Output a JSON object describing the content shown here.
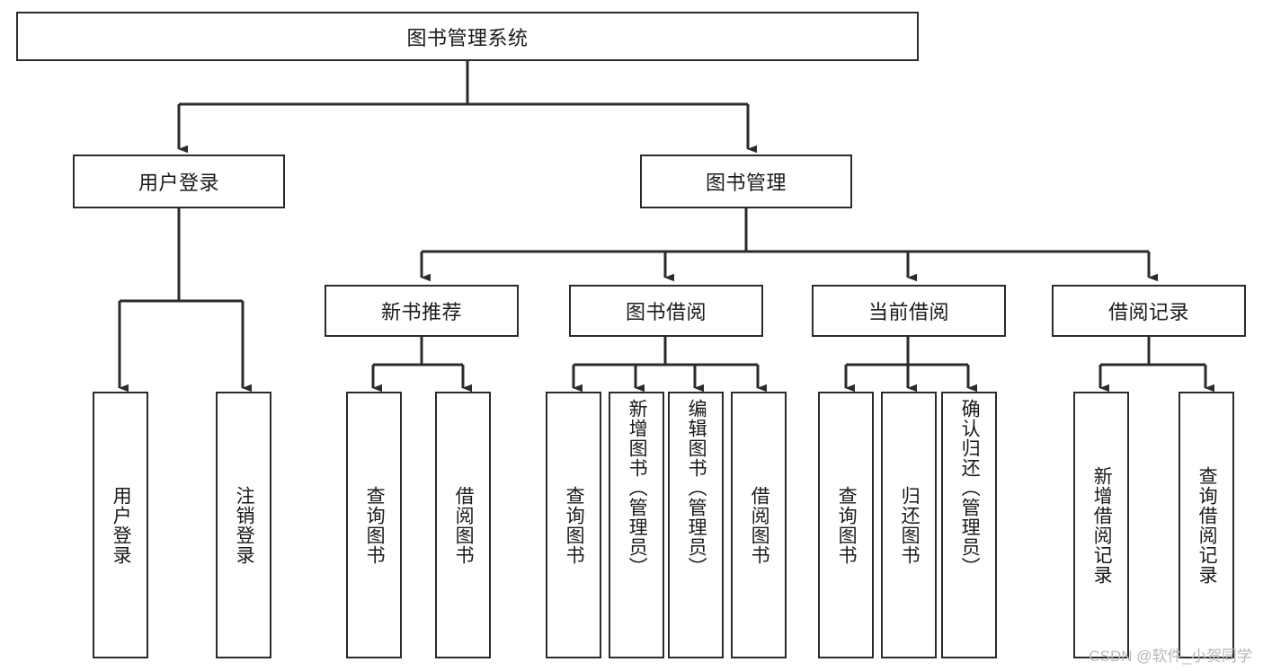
{
  "diagram": {
    "type": "tree-hierarchy-chart",
    "title": "图书管理系统",
    "watermark": "CSDN @软件_小贺同学",
    "colors": {
      "box_border": "#2b2b2b",
      "box_fill": "#ffffff",
      "line": "#2b2b2b",
      "text": "#1a1a1a",
      "watermark": "#b8b8b8"
    },
    "root": {
      "label": "图书管理系统"
    },
    "level2": [
      {
        "label": "用户登录"
      },
      {
        "label": "图书管理"
      }
    ],
    "level3": [
      {
        "label": "新书推荐"
      },
      {
        "label": "图书借阅"
      },
      {
        "label": "当前借阅"
      },
      {
        "label": "借阅记录"
      }
    ],
    "leaves": {
      "user_login": [
        {
          "label": "用户登录"
        },
        {
          "label": "注销登录"
        }
      ],
      "new_book_recommend": [
        {
          "label": "查询图书"
        },
        {
          "label": "借阅图书"
        }
      ],
      "book_borrow": [
        {
          "label": "查询图书"
        },
        {
          "label": "新增图书（管理员）"
        },
        {
          "label": "编辑图书（管理员）"
        },
        {
          "label": "借阅图书"
        }
      ],
      "current_borrow": [
        {
          "label": "查询图书"
        },
        {
          "label": "归还图书"
        },
        {
          "label": "确认归还（管理员）"
        }
      ],
      "borrow_record": [
        {
          "label": "新增借阅记录"
        },
        {
          "label": "查询借阅记录"
        }
      ]
    }
  }
}
